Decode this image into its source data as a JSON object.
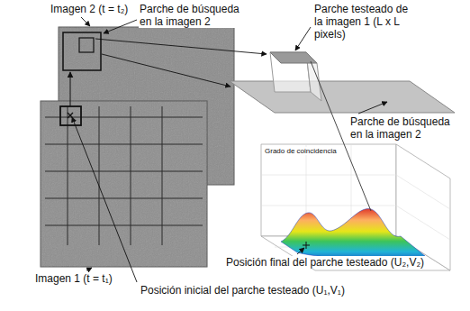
{
  "diagram": {
    "labels": [
      "Imagen 2 (t = t₂)",
      "Parche de búsqueda en la imagen 2",
      "Parche testeado de la imagen 1 (L x L pixels)",
      "Parche de búsqueda en la imagen 2",
      "Grado de coincidencia",
      "Posición final del parche testeado (U₂,V₂)",
      "Imagen 1 (t = t₁)",
      "Posición inicial del parche testeado (U₁,V₁)"
    ]
  }
}
